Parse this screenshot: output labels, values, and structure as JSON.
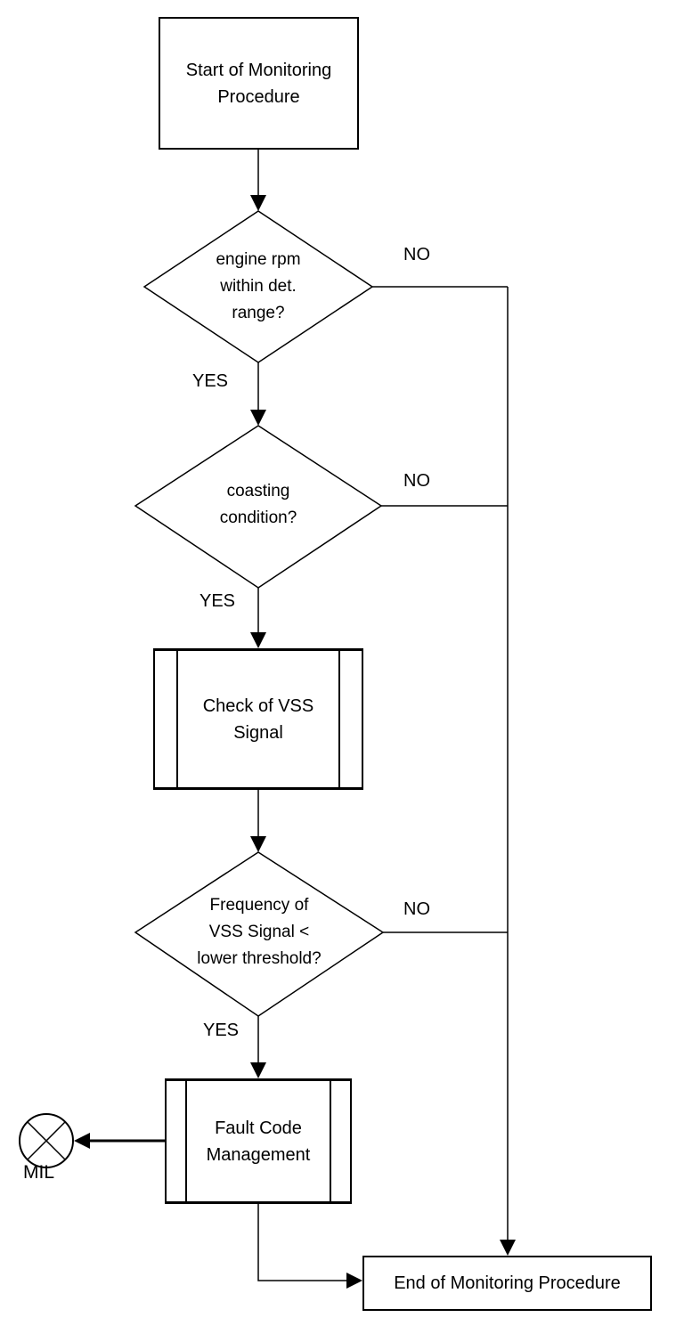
{
  "diagram": {
    "kind": "flowchart",
    "colors": {
      "line": "#000000",
      "text": "#000000",
      "background": "#ffffff"
    },
    "nodes": {
      "start": "Start of Monitoring\nProcedure",
      "decision_engine_rpm": "engine rpm\nwithin det.\nrange?",
      "decision_coasting": "coasting\ncondition?",
      "process_check_vss": "Check of VSS\nSignal",
      "decision_frequency": "Frequency of\nVSS Signal <\nlower threshold?",
      "process_fault_code": "Fault Code\nManagement",
      "end": "End of Monitoring Procedure",
      "mil": "MIL"
    },
    "edge_labels": {
      "engine_rpm_no": "NO",
      "engine_rpm_yes": "YES",
      "coasting_no": "NO",
      "coasting_yes": "YES",
      "frequency_no": "NO",
      "frequency_yes": "YES"
    }
  }
}
